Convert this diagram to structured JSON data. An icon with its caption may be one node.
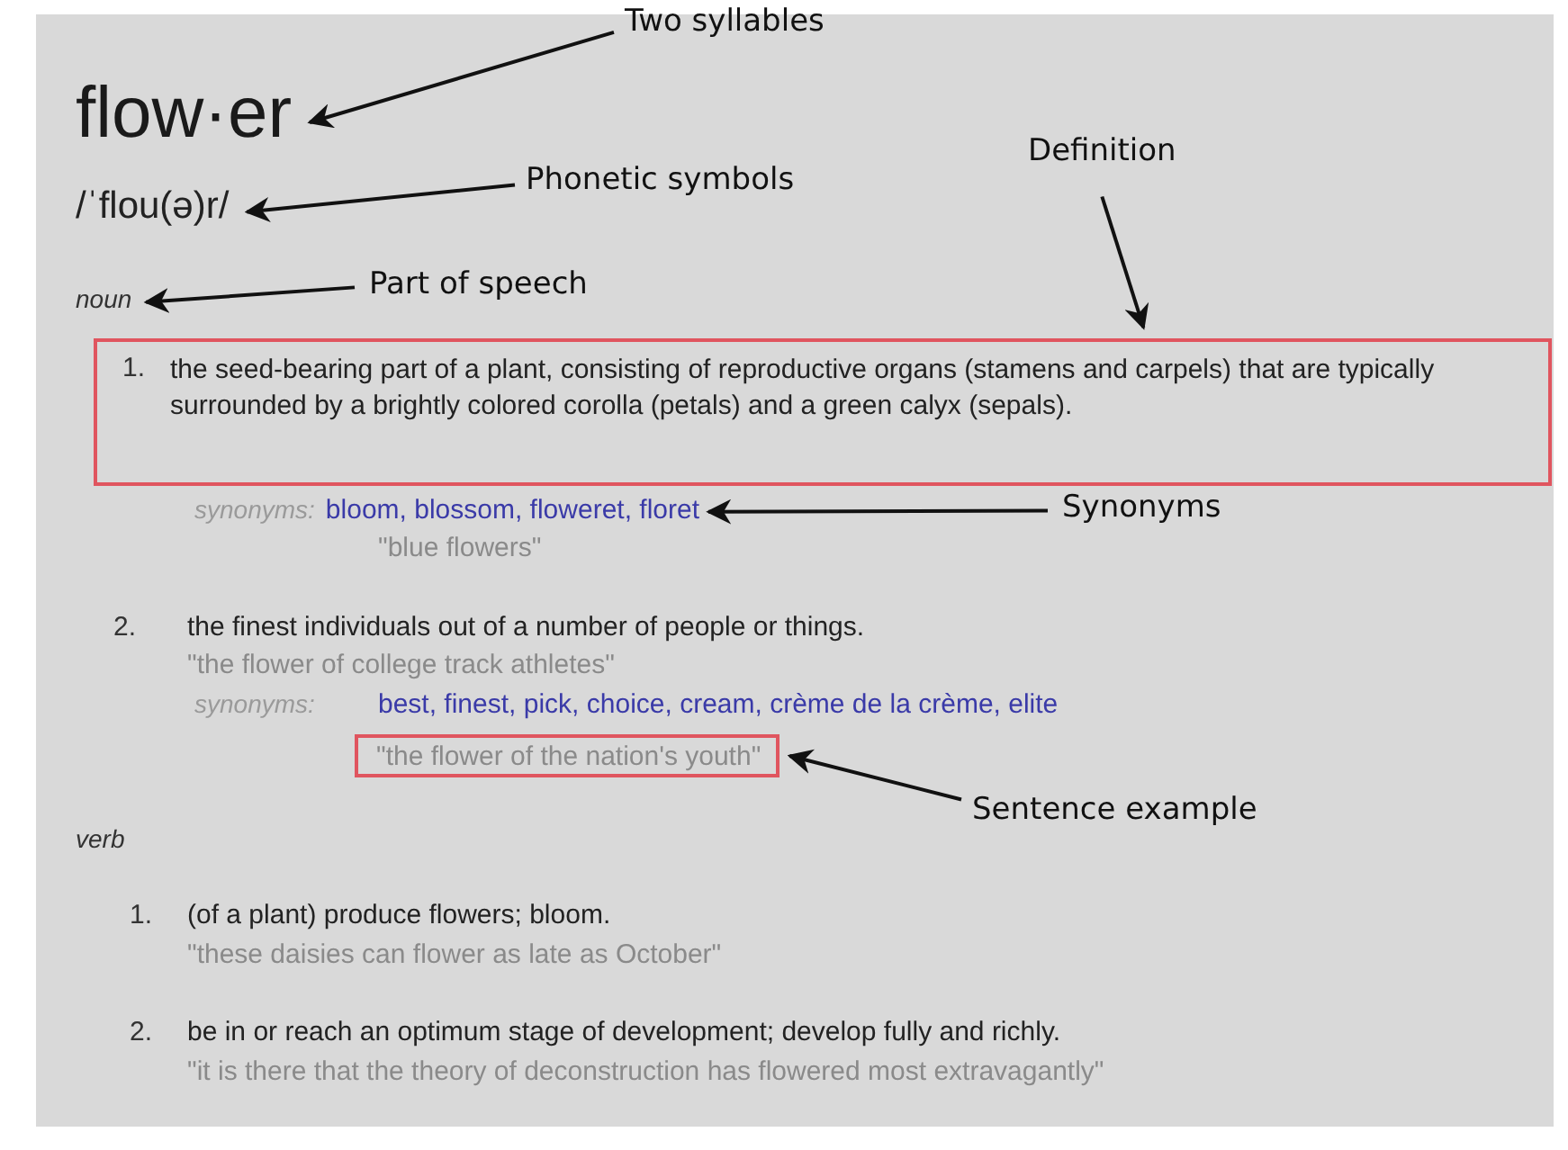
{
  "diagram": {
    "nodes": [
      {
        "text": [
          "flow·er"
        ]
      },
      {
        "text": [
          "Two syllables"
        ]
      },
      {
        "text": [
          "/ˈflou(ə)r/"
        ]
      },
      {
        "text": [
          "Phonetic symbols"
        ]
      },
      {
        "text": [
          "noun"
        ]
      },
      {
        "text": [
          "Part of speech"
        ]
      },
      {
        "text": [
          "Definition"
        ]
      },
      {
        "text": [
          "1.",
          "the seed-bearing part of a plant, consisting of reproductive organs (stamens and carpels) that are typically surrounded by a brightly colored corolla (petals) and a green calyx (sepals)."
        ]
      },
      {
        "text": [
          "synonyms:",
          "bloom, blossom, floweret, floret"
        ]
      },
      {
        "text": [
          "Synonyms"
        ]
      },
      {
        "text": [
          "\"the flower of the nation's youth\""
        ]
      },
      {
        "text": [
          "Sentence example"
        ]
      }
    ],
    "edges": [
      {
        "from": 1,
        "to": 0,
        "arrow": "to"
      },
      {
        "from": 3,
        "to": 2,
        "arrow": "to"
      },
      {
        "from": 5,
        "to": 4,
        "arrow": "to"
      },
      {
        "from": 6,
        "to": 7,
        "arrow": "to"
      },
      {
        "from": 9,
        "to": 8,
        "arrow": "to"
      },
      {
        "from": 11,
        "to": 10,
        "arrow": "to"
      }
    ],
    "labels": [
      "\"blue flowers\"",
      "2.",
      "the finest individuals out of a number of people or things.",
      "\"the flower of college track athletes\"",
      "synonyms:",
      "best, finest, pick, choice, cream, crème de la crème, elite",
      "verb",
      "1.",
      "(of a plant) produce flowers; bloom.",
      "\"these daisies can flower as late as October\"",
      "2.",
      "be in or reach an optimum stage of development; develop fully and richly.",
      "\"it is there that the theory of deconstruction has flowered most extravagantly\""
    ]
  }
}
